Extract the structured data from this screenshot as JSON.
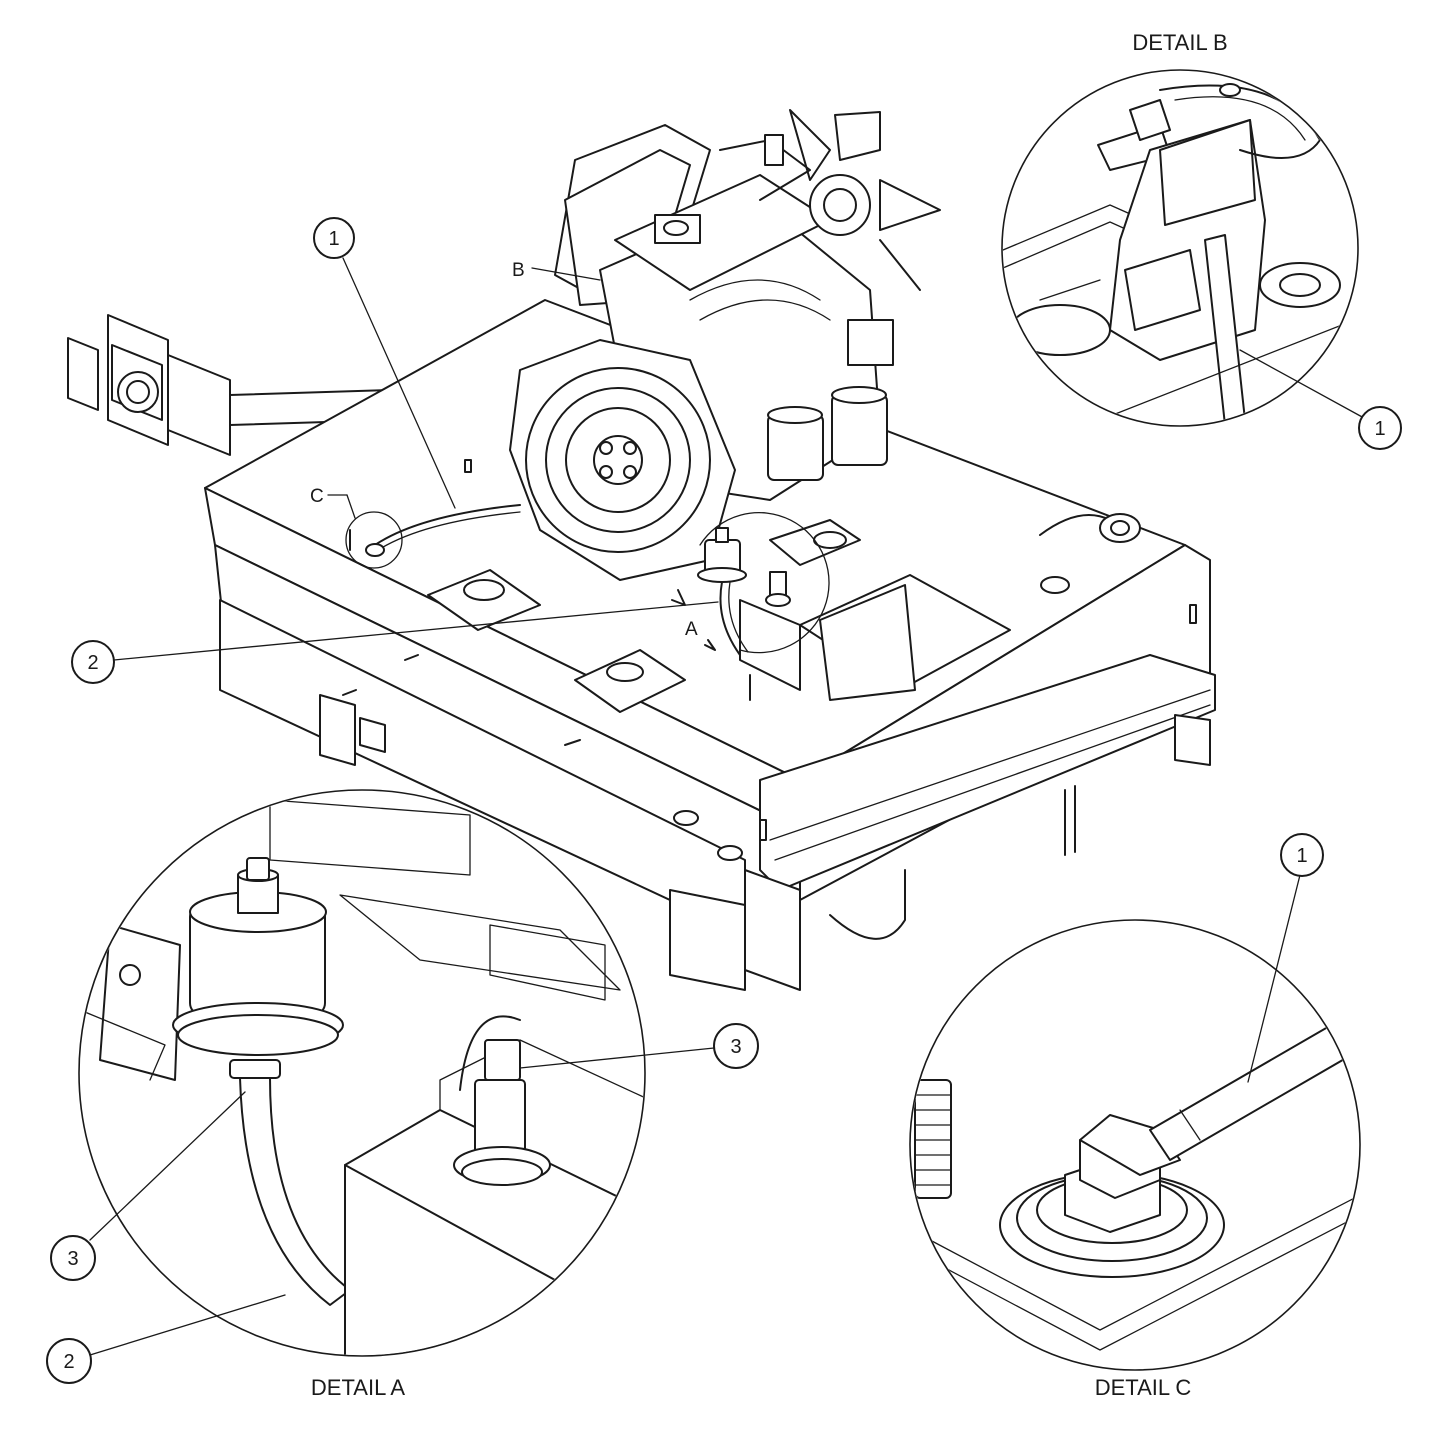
{
  "details": {
    "a": "DETAIL A",
    "b": "DETAIL B",
    "c": "DETAIL C"
  },
  "callouts": {
    "main_1": "1",
    "main_2": "2",
    "detail_b_1": "1",
    "detail_a_3_right": "3",
    "detail_a_3_left": "3",
    "detail_a_2": "2",
    "detail_c_1": "1"
  },
  "view_markers": {
    "a": "A",
    "b": "B",
    "c": "C"
  }
}
